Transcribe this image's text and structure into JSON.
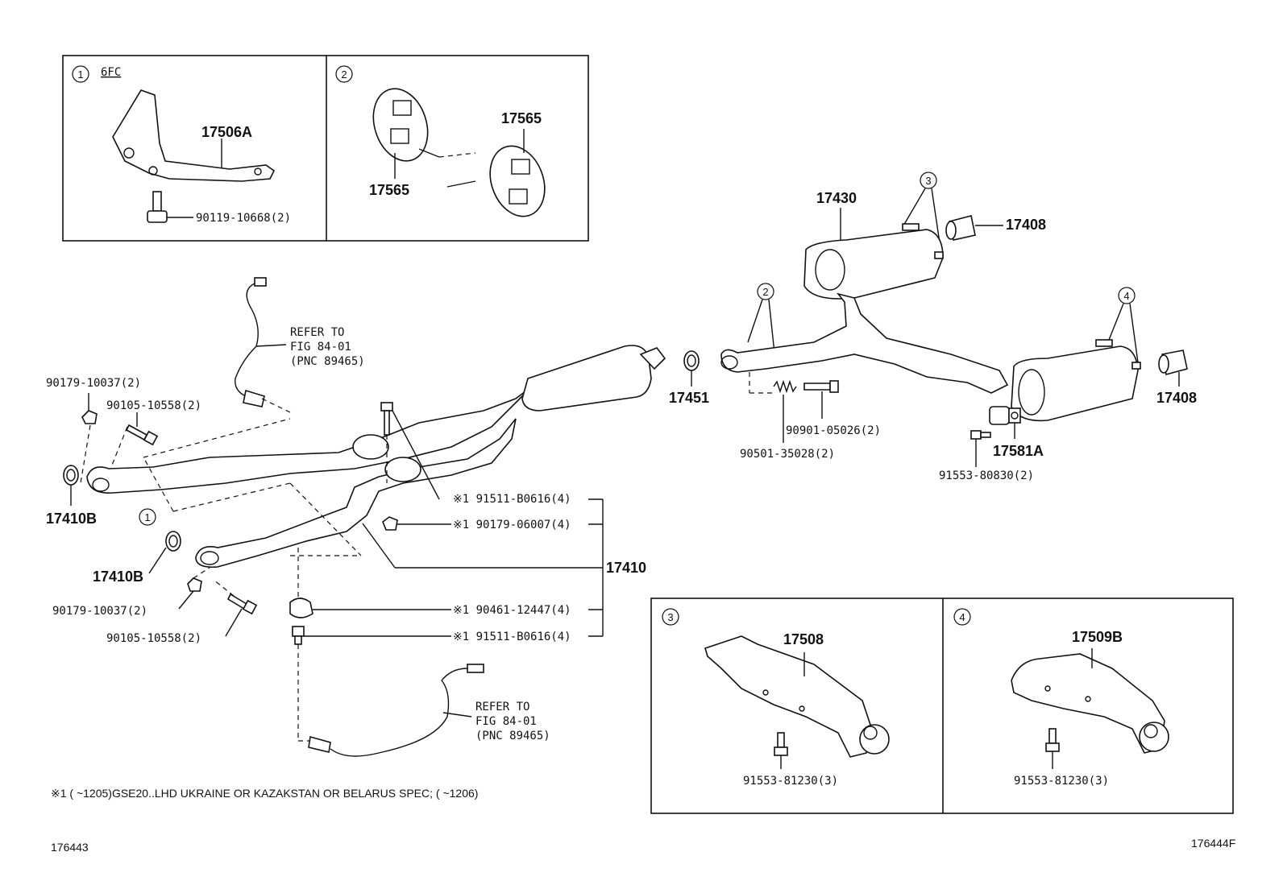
{
  "inset1": {
    "num": "1",
    "code": "6FC",
    "part": "17506A",
    "bolt": "90119-10668(2)"
  },
  "inset2": {
    "num": "2",
    "part_a": "17565",
    "part_b": "17565"
  },
  "inset3": {
    "num": "3",
    "part": "17508",
    "bolt": "91553-81230(3)"
  },
  "inset4": {
    "num": "4",
    "part": "17509B",
    "bolt": "91553-81230(3)"
  },
  "callouts": {
    "c1": "1",
    "c2": "2",
    "c3": "3",
    "c4": "4"
  },
  "refer_top": {
    "line1": "REFER TO",
    "line2": "FIG 84-01",
    "line3": "(PNC 89465)"
  },
  "refer_bottom": {
    "line1": "REFER TO",
    "line2": "FIG 84-01",
    "line3": "(PNC 89465)"
  },
  "left": {
    "nut_top": "90179-10037(2)",
    "bolt_top": "90105-10558(2)",
    "gasket_top": "17410B",
    "gasket_bottom": "17410B",
    "nut_bottom": "90179-10037(2)",
    "bolt_bottom": "90105-10558(2)"
  },
  "center": {
    "pipe": "17410",
    "bolt1": "※1 91511-B0616(4)",
    "nut1": "※1 90179-06007(4)",
    "clamp": "※1 90461-12447(4)",
    "bolt2": "※1 91511-B0616(4)",
    "gasket": "17451"
  },
  "right": {
    "muffler": "17430",
    "tip_top": "17408",
    "tip_bottom": "17408",
    "bolt": "90901-05026(2)",
    "spring": "90501-35028(2)",
    "valve": "17581A",
    "valve_bolt": "91553-80830(2)"
  },
  "footnote": "※1 (      ~1205)GSE20..LHD UKRAINE OR KAZAKSTAN OR BELARUS SPEC; (       ~1206)",
  "fig_left": "176443",
  "fig_right": "176444F"
}
